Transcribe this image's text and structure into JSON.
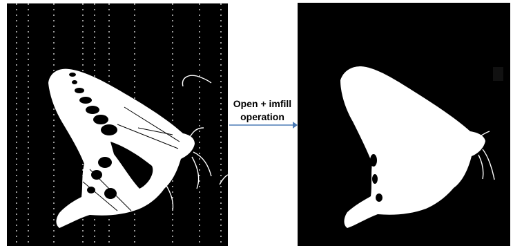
{
  "caption": {
    "line1": "Open + imfill",
    "line2": "operation"
  },
  "panels": [
    {
      "name": "noisy binary butterfly image",
      "foreground": "#ffffff",
      "background": "#000000"
    },
    {
      "name": "cleaned filled butterfly mask",
      "foreground": "#ffffff",
      "background": "#000000"
    }
  ],
  "colors": {
    "arrow": "#4a7ab5",
    "text": "#000000"
  }
}
